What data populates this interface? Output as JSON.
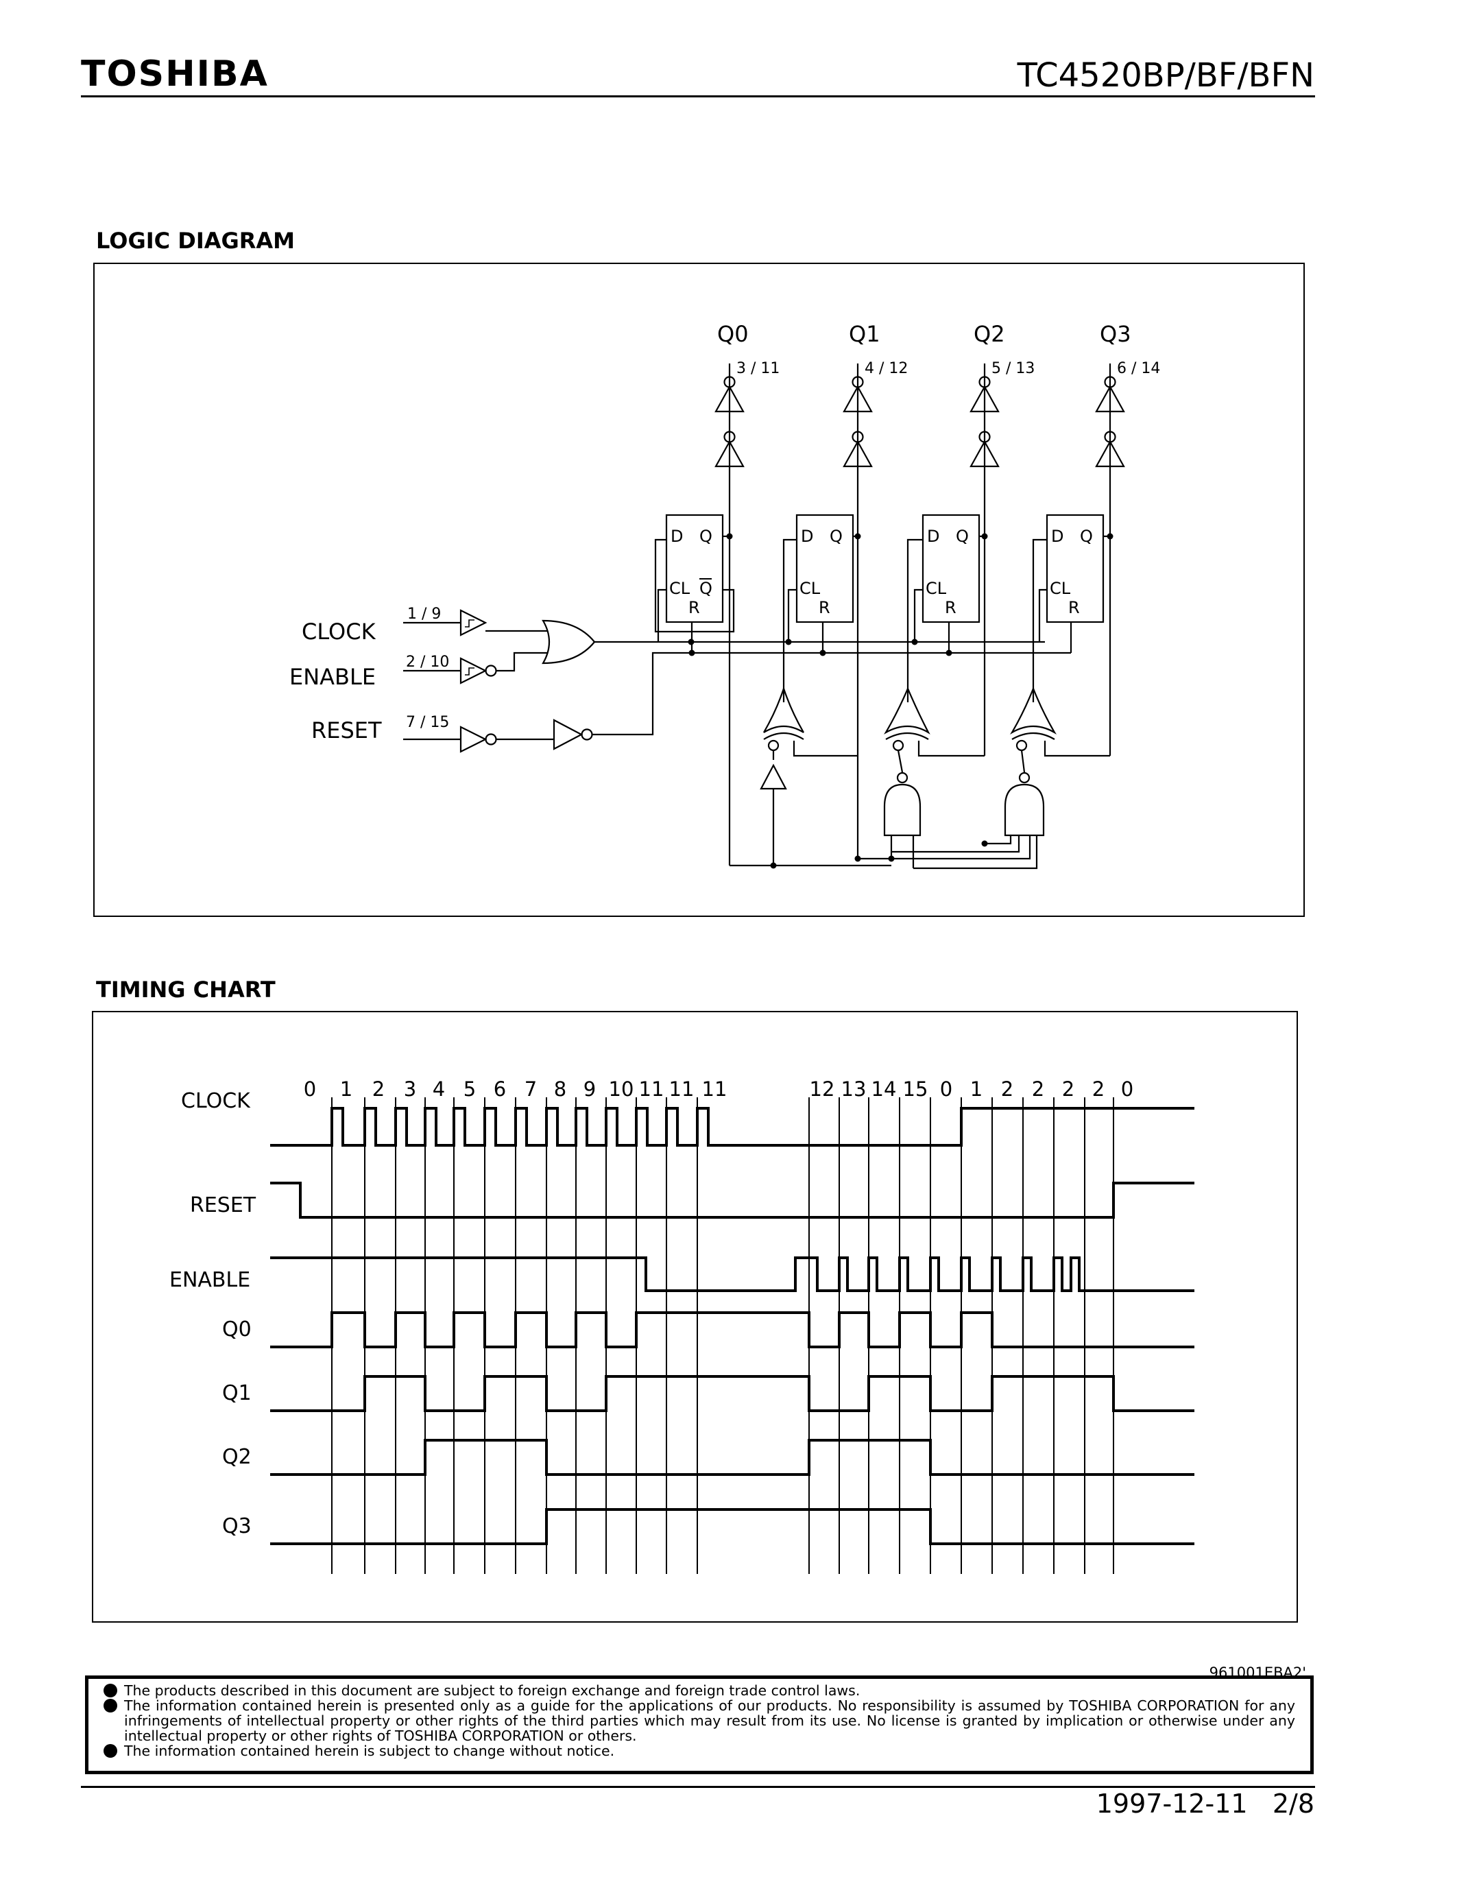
{
  "header": {
    "brand": "TOSHIBA",
    "part_number": "TC4520BP/BF/BFN"
  },
  "logic_diagram": {
    "title": "LOGIC DIAGRAM",
    "inputs": [
      {
        "label": "CLOCK",
        "pin": "1 / 9"
      },
      {
        "label": "ENABLE",
        "pin": "2 / 10"
      },
      {
        "label": "RESET",
        "pin": "7 / 15"
      }
    ],
    "outputs": [
      {
        "label": "Q0",
        "pin": "3 / 11"
      },
      {
        "label": "Q1",
        "pin": "4 / 12"
      },
      {
        "label": "Q2",
        "pin": "5 / 13"
      },
      {
        "label": "Q3",
        "pin": "6 / 14"
      }
    ],
    "ff_labels": {
      "d": "D",
      "q": "Q",
      "cl": "CL",
      "qbar": "Q",
      "r": "R"
    }
  },
  "timing_chart": {
    "title": "TIMING CHART",
    "signals": [
      "CLOCK",
      "RESET",
      "ENABLE",
      "Q0",
      "Q1",
      "Q2",
      "Q3"
    ],
    "count_labels": [
      "0",
      "1",
      "2",
      "3",
      "4",
      "5",
      "6",
      "7",
      "8",
      "9",
      "10",
      "11",
      "11",
      "11",
      "12",
      "13",
      "14",
      "15",
      "0",
      "1",
      "2",
      "2",
      "2",
      "2",
      "0"
    ]
  },
  "doc_number": "961001EBA2'",
  "notice": [
    "The products described in this document are subject to foreign exchange and foreign trade control laws.",
    "The information contained herein is presented only as a guide for the applications of our products. No responsibility is assumed by TOSHIBA CORPORATION for any infringements of intellectual property or other rights of the third parties which may result from its use. No license is granted by implication or otherwise under any intellectual property or other rights of TOSHIBA CORPORATION or others.",
    "The information contained herein is subject to change without notice."
  ],
  "footer": {
    "date": "1997-12-11",
    "page": "2/8"
  }
}
